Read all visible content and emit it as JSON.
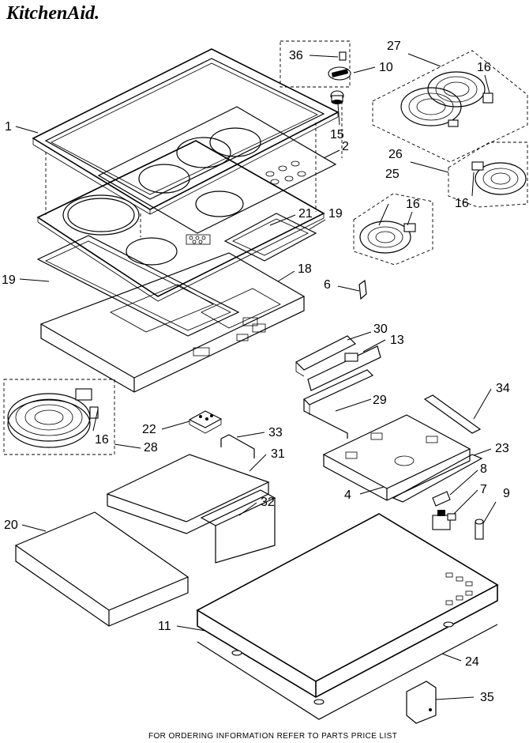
{
  "brand": {
    "logo_text": "KitchenAid."
  },
  "footer": {
    "text": "FOR ORDERING INFORMATION REFER TO PARTS PRICE LIST"
  },
  "callouts": {
    "c1": "1",
    "c2": "2",
    "c4": "4",
    "c6": "6",
    "c7": "7",
    "c8": "8",
    "c9": "9",
    "c10": "10",
    "c11": "11",
    "c13": "13",
    "c15": "15",
    "c16a": "16",
    "c16b": "16",
    "c16c": "16",
    "c16d": "16",
    "c18": "18",
    "c19a": "19",
    "c19b": "19",
    "c20": "20",
    "c21": "21",
    "c22": "22",
    "c23": "23",
    "c24": "24",
    "c25": "25",
    "c26": "26",
    "c27": "27",
    "c28": "28",
    "c29": "29",
    "c30": "30",
    "c31": "31",
    "c32": "32",
    "c33": "33",
    "c34": "34",
    "c35": "35",
    "c36": "36"
  }
}
